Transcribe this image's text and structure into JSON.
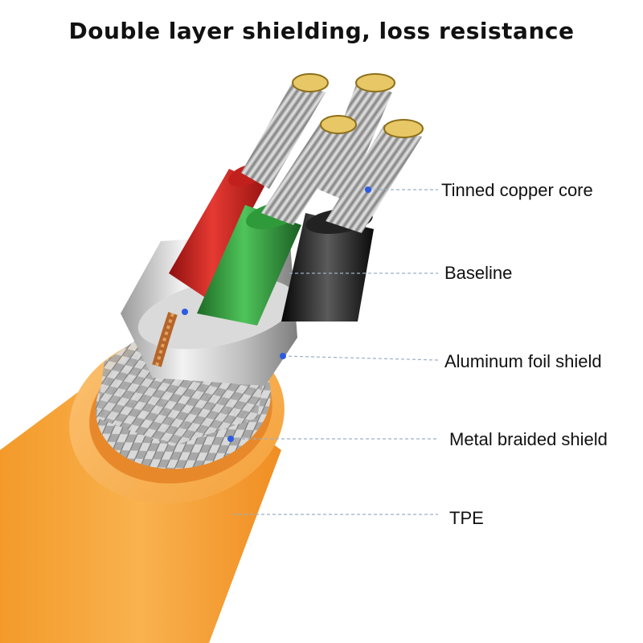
{
  "title": "Double layer shielding, loss resistance",
  "labels": {
    "tinned_copper_core": "Tinned copper core",
    "baseline": "Baseline",
    "aluminum_foil_shield": "Aluminum foil shield",
    "metal_braided_shield": "Metal braided shield",
    "tpe": "TPE"
  },
  "colors": {
    "jacket": "#F7A43A",
    "wire_red": "#D0201E",
    "wire_green": "#2F9A3A",
    "wire_black": "#1B1B1B",
    "leader_line": "#6E8FB8",
    "marker_dot": "#2C5BE0"
  }
}
